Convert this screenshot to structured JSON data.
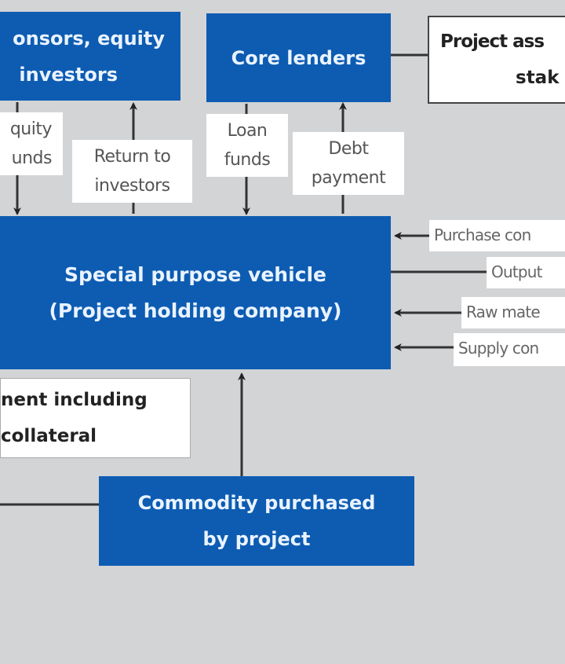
{
  "nodes": {
    "sponsors": {
      "line1": "onsors, equity",
      "line2": "investors"
    },
    "core_lenders": {
      "label": "Core lenders"
    },
    "stakeholders": {
      "line1": "Project ass",
      "line2": "stak"
    },
    "spv": {
      "line1": "Special purpose vehicle",
      "line2": "(Project holding company)"
    },
    "collateral": {
      "line1": "nent including",
      "line2": "collateral"
    },
    "commodity": {
      "line1": "Commodity purchased",
      "line2": "by project"
    }
  },
  "edge_labels": {
    "equity_funds": {
      "line1": "quity",
      "line2": "unds"
    },
    "return_to_investors": {
      "line1": "Return to",
      "line2": "investors"
    },
    "loan_funds": {
      "line1": "Loan",
      "line2": "funds"
    },
    "debt_payment": {
      "line1": "Debt",
      "line2": "payment"
    },
    "purchase": "Purchase con",
    "output": "Output",
    "raw_materials": "Raw mate",
    "supply": "Supply con"
  },
  "colors": {
    "blue": "#0d5cb2",
    "background": "#d3d4d6"
  }
}
